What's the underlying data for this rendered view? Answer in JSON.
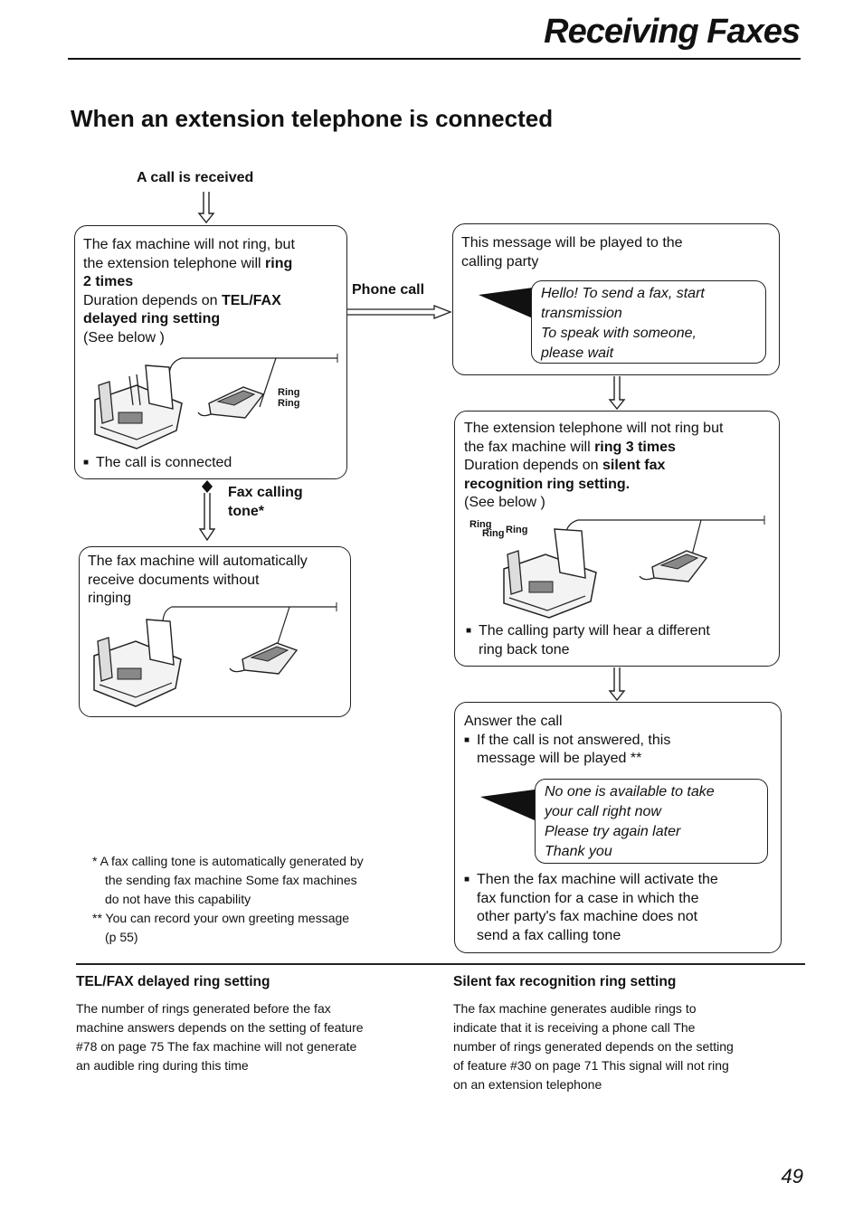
{
  "header": {
    "title": "Receiving Faxes"
  },
  "section_title": "When an extension telephone is connected",
  "flow": {
    "start_label": "A call is received",
    "box1": {
      "line1": "The fax machine will not ring, but",
      "line2a": "the extension telephone will ",
      "line2b": "ring",
      "line3": "2 times",
      "line4a": "Duration depends on ",
      "line4b": "TEL/FAX",
      "line5": "delayed ring setting",
      "line6": "(See below )",
      "ring_text": [
        "Ring",
        "Ring"
      ],
      "bullet": "The call is connected"
    },
    "phone_call_label": "Phone call",
    "fax_tone_label": [
      "Fax calling",
      "tone*"
    ],
    "box2": {
      "lines": [
        "The fax machine will automatically",
        "receive documents without",
        "ringing"
      ]
    },
    "box3": {
      "lines": [
        "This message will be played to the",
        "calling party"
      ],
      "message": [
        "Hello! To send a fax, start",
        "transmission",
        "To speak with someone,",
        "please wait"
      ]
    },
    "box4": {
      "line1": "The extension telephone will not ring but",
      "line2a": "the fax machine will ",
      "line2b": "ring 3 times",
      "line3a": "Duration depends on ",
      "line3b": "silent fax",
      "line4": "recognition ring setting.",
      "line5": "(See below )",
      "ring_text": [
        "Ring",
        "Ring",
        "Ring"
      ],
      "bullet": [
        "The calling party will hear a different",
        "ring back tone"
      ]
    },
    "box5": {
      "line1": "Answer the call",
      "bullet1": [
        "If the call is not answered, this",
        "message will be played **"
      ],
      "message": [
        "No one is available to take",
        "your call right now",
        "Please try again later",
        "Thank you"
      ],
      "bullet2": [
        "Then the fax machine will activate the",
        "fax function for a case in which the",
        "other party's fax machine does not",
        "send a fax calling tone"
      ]
    }
  },
  "footnotes": {
    "note1": [
      "* A fax calling tone is automatically generated by",
      "the sending fax machine  Some fax machines",
      "do not have this capability"
    ],
    "note2": [
      "** You can record your own greeting message",
      "(p  55)"
    ]
  },
  "bottom": {
    "left": {
      "heading": "TEL/FAX delayed ring setting",
      "lines": [
        "The number of rings generated before the fax",
        "machine answers depends on the setting of feature",
        "#78 on page 75  The fax machine will not generate",
        "an audible ring during this time"
      ]
    },
    "right": {
      "heading": "Silent fax recognition ring setting",
      "lines": [
        "The fax machine generates audible rings to",
        "indicate that it is receiving a phone call  The",
        "number of rings generated depends on the setting",
        "of feature #30 on page 71  This signal will not ring",
        "on an extension telephone"
      ]
    }
  },
  "page_number": "49"
}
